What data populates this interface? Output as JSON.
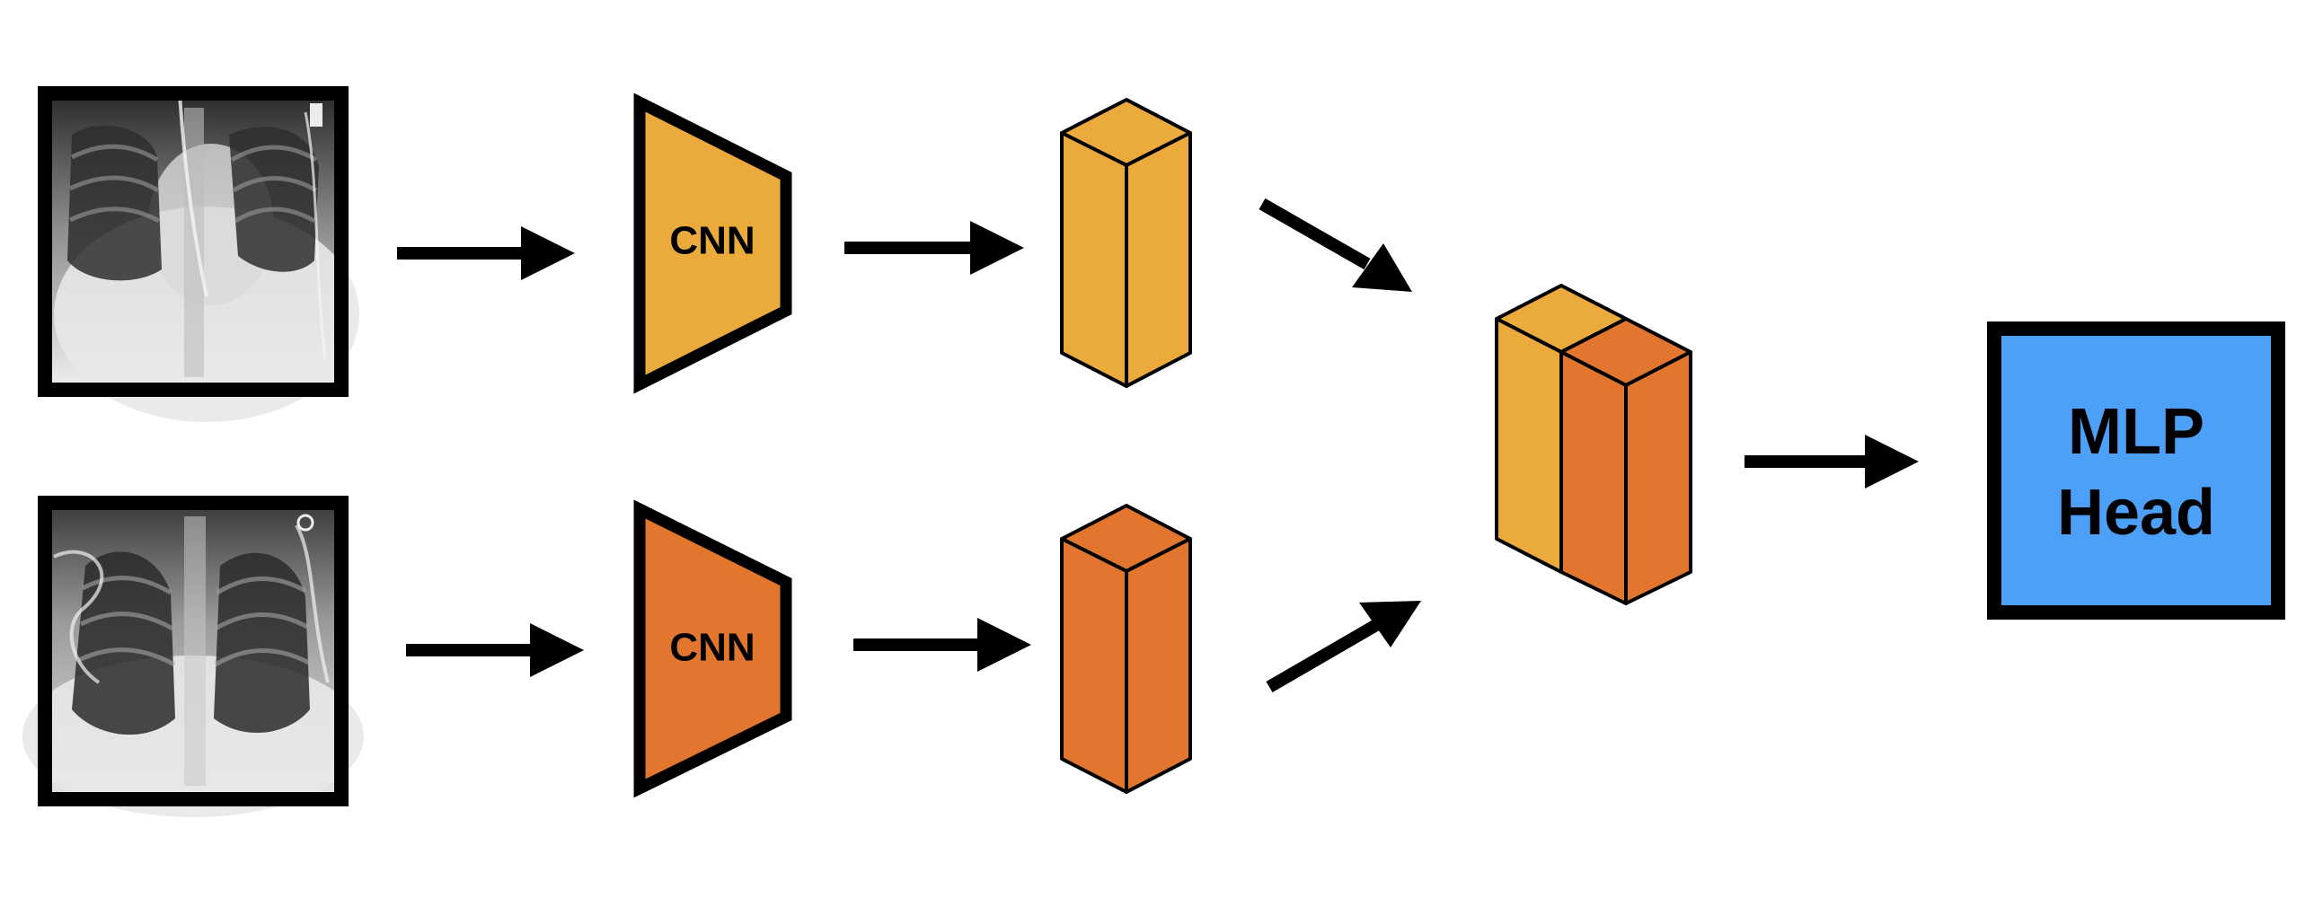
{
  "colors": {
    "background": "#ffffff",
    "stroke": "#000000",
    "branch_top": "#EBAB3C",
    "branch_bottom": "#E2762F",
    "mlp": "#4CA0F8"
  },
  "cnn_top": {
    "label": "CNN"
  },
  "cnn_bottom": {
    "label": "CNN"
  },
  "mlp_head": {
    "line1": "MLP",
    "line2": "Head"
  },
  "icons": {
    "xray_top": "chest-xray-image",
    "xray_bottom": "chest-xray-image",
    "arrows": "right-arrow"
  }
}
